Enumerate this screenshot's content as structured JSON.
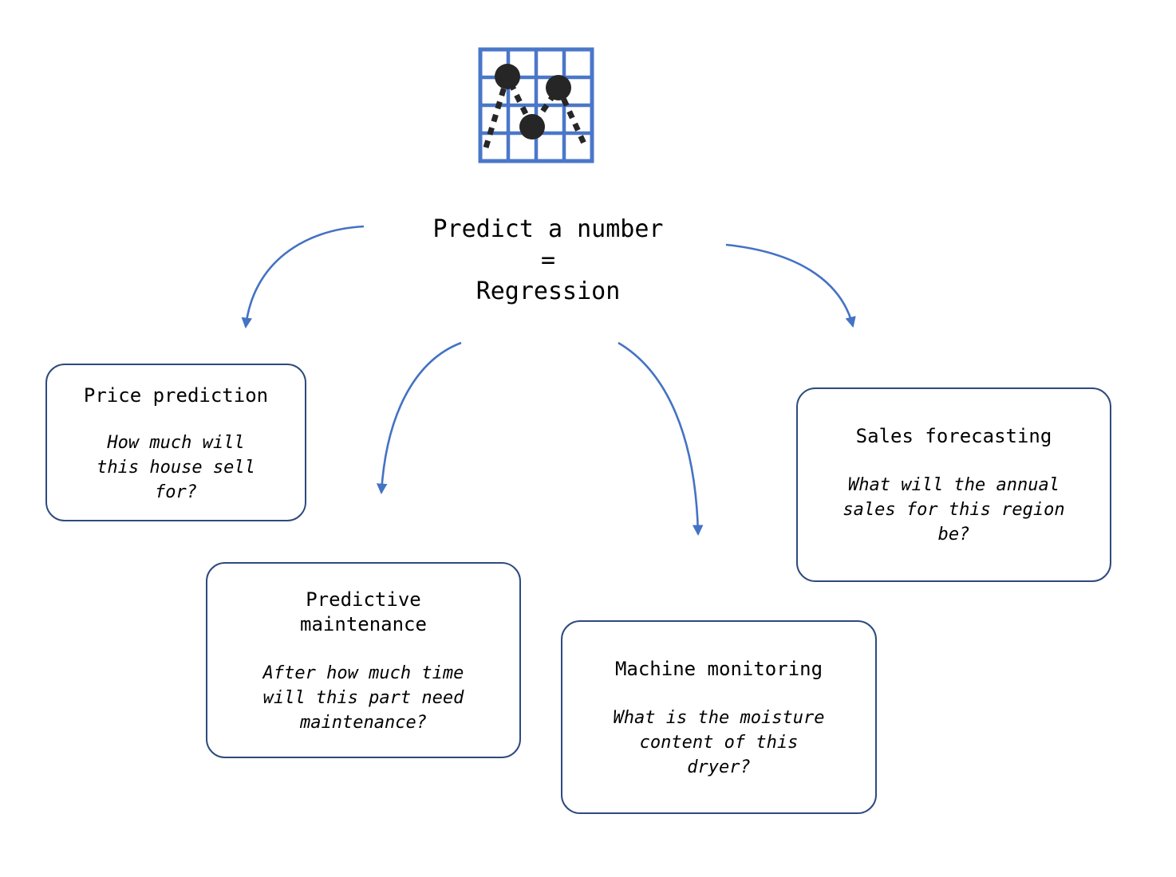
{
  "diagram": {
    "hub": {
      "icon_name": "scatter-plot-grid-icon",
      "title_text": "Predict a number\n=\nRegression",
      "title_line1": "Predict a number",
      "title_line2": "=",
      "title_line3": "Regression"
    },
    "colors": {
      "arrow_blue": "#4472c4",
      "box_border_navy": "#2e4a7d",
      "icon_grid_blue": "#4a77c9",
      "icon_dot_dark": "#262626",
      "text_black": "#000000",
      "background": "#ffffff"
    },
    "cases": [
      {
        "id": "price-prediction",
        "title": "Price prediction",
        "question": "How much will\nthis house sell\nfor?"
      },
      {
        "id": "predictive-maintenance",
        "title": "Predictive\nmaintenance",
        "question": "After how much time\nwill this part need\nmaintenance?"
      },
      {
        "id": "machine-monitoring",
        "title": "Machine monitoring",
        "question": "What is the moisture\ncontent of this\ndryer?"
      },
      {
        "id": "sales-forecasting",
        "title": "Sales forecasting",
        "question": "What will the annual\nsales for this region\nbe?"
      }
    ],
    "arrows": [
      {
        "id": "arrow-to-price-prediction",
        "from": "hub",
        "to": "price-prediction"
      },
      {
        "id": "arrow-to-predictive-maintenance",
        "from": "hub",
        "to": "predictive-maintenance"
      },
      {
        "id": "arrow-to-machine-monitoring",
        "from": "hub",
        "to": "machine-monitoring"
      },
      {
        "id": "arrow-to-sales-forecasting",
        "from": "hub",
        "to": "sales-forecasting"
      }
    ]
  }
}
